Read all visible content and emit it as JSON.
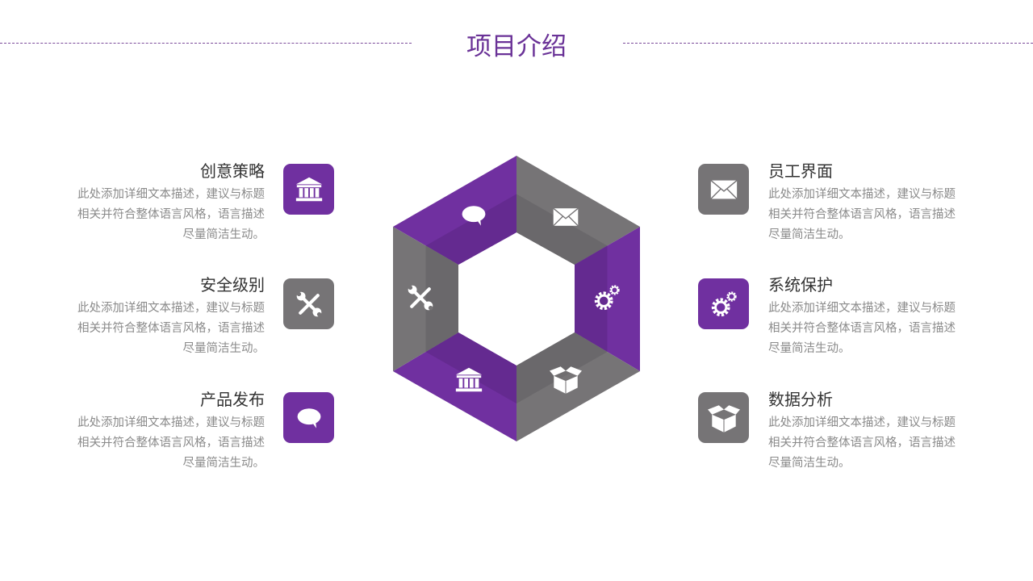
{
  "title": "项目介绍",
  "colors": {
    "accent": "#7030a0",
    "gray": "#767476"
  },
  "left_items": [
    {
      "title": "创意策略",
      "desc": [
        "此处添加详细文本描述，建议与标题",
        "相关并符合整体语言风格，语言描述",
        "尽量简洁生动。"
      ],
      "icon": "bank-icon"
    },
    {
      "title": "安全级别",
      "desc": [
        "此处添加详细文本描述，建议与标题",
        "相关并符合整体语言风格，语言描述",
        "尽量简洁生动。"
      ],
      "icon": "tools-icon"
    },
    {
      "title": "产品发布",
      "desc": [
        "此处添加详细文本描述，建议与标题",
        "相关并符合整体语言风格，语言描述",
        "尽量简洁生动。"
      ],
      "icon": "speech-bubble-icon"
    }
  ],
  "right_items": [
    {
      "title": "员工界面",
      "desc": [
        "此处添加详细文本描述，建议与标题",
        "相关并符合整体语言风格，语言描述",
        "尽量简洁生动。"
      ],
      "icon": "envelope-icon"
    },
    {
      "title": "系统保护",
      "desc": [
        "此处添加详细文本描述，建议与标题",
        "相关并符合整体语言风格，语言描述",
        "尽量简洁生动。"
      ],
      "icon": "gears-icon"
    },
    {
      "title": "数据分析",
      "desc": [
        "此处添加详细文本描述，建议与标题",
        "相关并符合整体语言风格，语言描述",
        "尽量简洁生动。"
      ],
      "icon": "box-icon"
    }
  ]
}
